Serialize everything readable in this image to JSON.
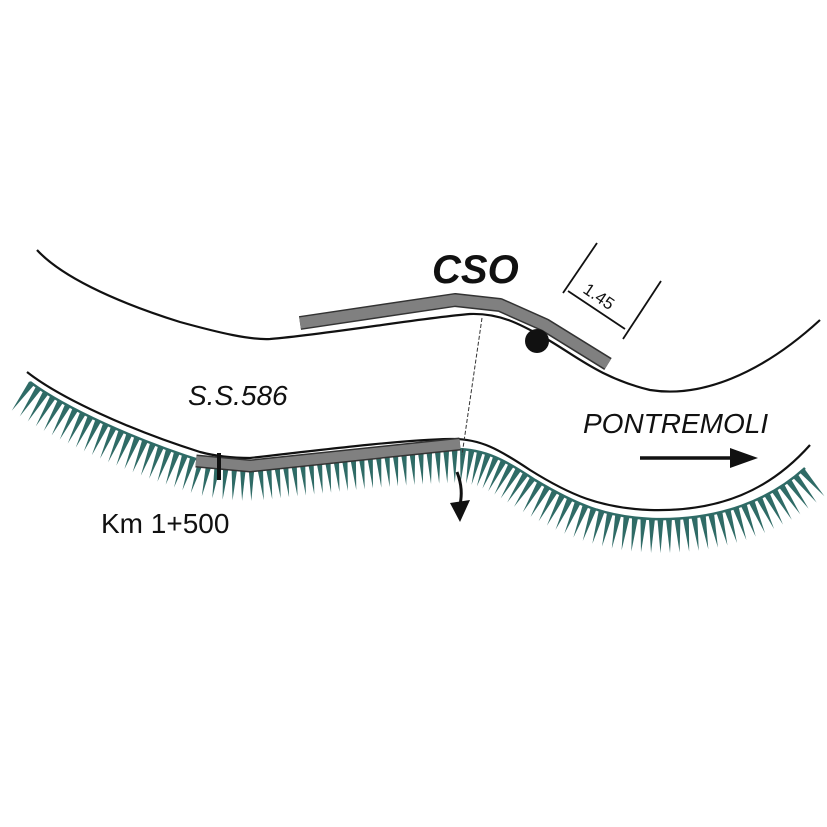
{
  "labels": {
    "cso": "CSO",
    "road": "S.S.586",
    "direction": "PONTREMOLI",
    "kilometer": "Km 1+500",
    "dimension": "1.45"
  },
  "colors": {
    "slope_hatch": "#2f6b66",
    "barrier": "#808080",
    "line": "#111111"
  }
}
